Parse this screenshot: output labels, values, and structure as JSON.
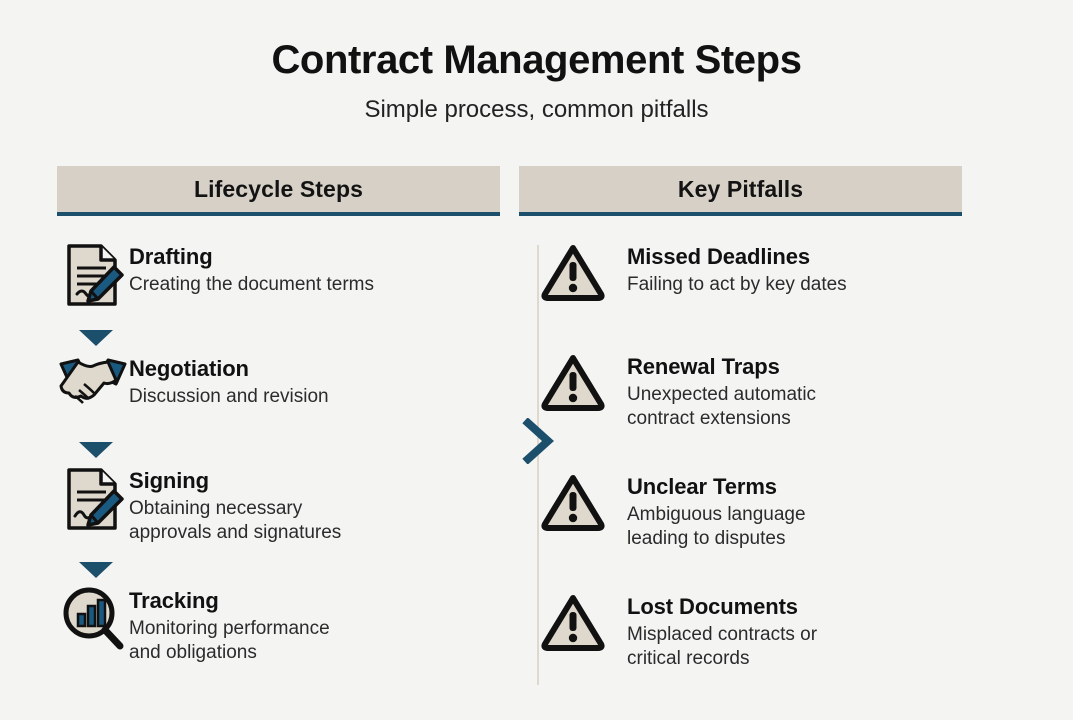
{
  "header": {
    "title": "Contract Management Steps",
    "subtitle": "Simple process, common pitfalls"
  },
  "colors": {
    "background": "#f4f4f3",
    "header_bar": "#d6d0c6",
    "accent_blue": "#1b4f6b",
    "divider": "#ded8ce",
    "icon_fill": "#ded8cd",
    "text_primary": "#111111",
    "text_secondary": "#2b2b2b"
  },
  "columns": {
    "left": {
      "heading": "Lifecycle Steps",
      "items": [
        {
          "title": "Drafting",
          "desc": "Creating the document terms",
          "icon": "document-pencil-icon",
          "connector": true
        },
        {
          "title": "Negotiation",
          "desc": "Discussion and revision",
          "icon": "handshake-icon",
          "connector": true
        },
        {
          "title": "Signing",
          "desc": "Obtaining necessary\napprovals and signatures",
          "icon": "document-signature-icon",
          "connector": true
        },
        {
          "title": "Tracking",
          "desc": "Monitoring performance\nand obligations",
          "icon": "magnifier-chart-icon",
          "connector": false
        }
      ]
    },
    "right": {
      "heading": "Key Pitfalls",
      "items": [
        {
          "title": "Missed Deadlines",
          "desc": "Failing to act by key dates",
          "icon": "warning-triangle-icon"
        },
        {
          "title": "Renewal Traps",
          "desc": "Unexpected automatic\ncontract extensions",
          "icon": "warning-triangle-icon"
        },
        {
          "title": "Unclear Terms",
          "desc": "Ambiguous language\nleading to disputes",
          "icon": "warning-triangle-icon"
        },
        {
          "title": "Lost Documents",
          "desc": "Misplaced contracts or\ncritical records",
          "icon": "warning-triangle-icon"
        }
      ]
    }
  },
  "connectors": {
    "top_chevron": "chevron-right-icon",
    "middle_chevron": "chevron-right-icon"
  }
}
